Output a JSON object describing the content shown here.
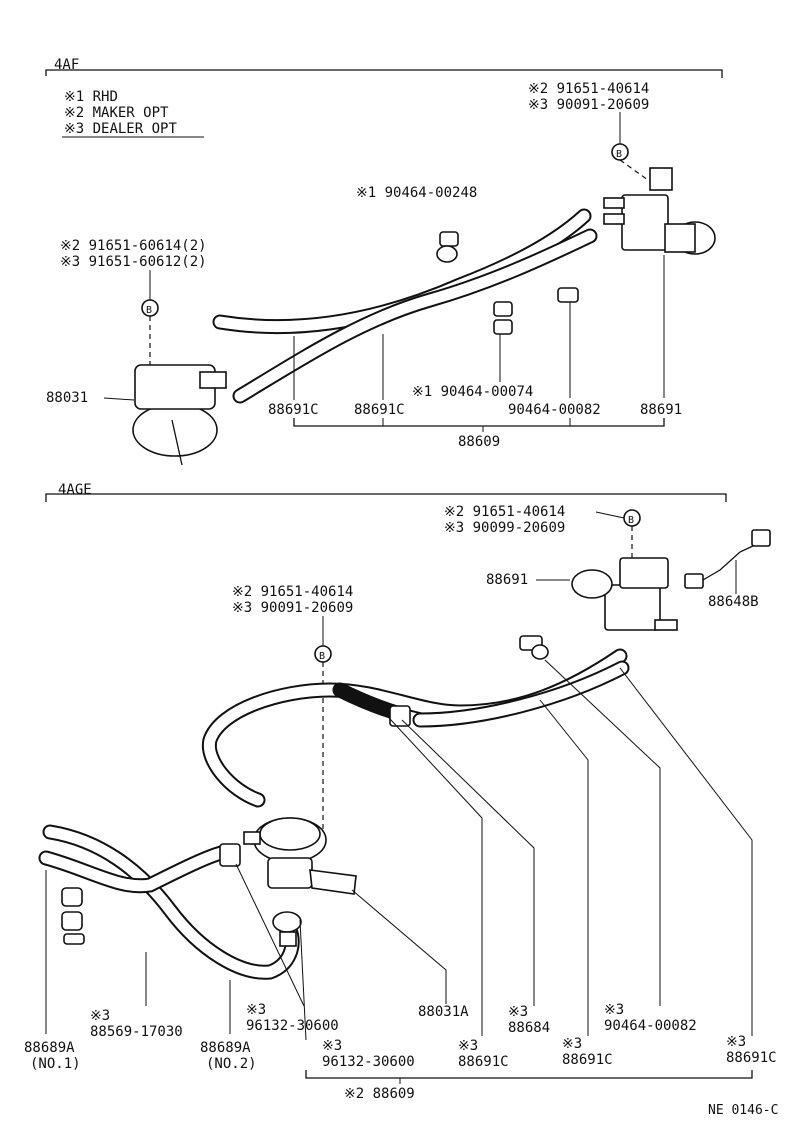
{
  "legend": {
    "rhd": "※1 RHD",
    "maker_opt": "※2 MAKER OPT",
    "dealer_opt": "※3 DEALER OPT"
  },
  "section_4af": {
    "title": "4AF",
    "vsv_bolt_maker": "※2 91651-40614",
    "vsv_bolt_dealer": "※3 90091-20609",
    "clamp_rhd": "※1 90464-00248",
    "actuator_bolt_maker": "※2 91651-60614(2)",
    "actuator_bolt_dealer": "※3 91651-60612(2)",
    "actuator": "88031",
    "hose_1": "88691C",
    "hose_2": "88691C",
    "clamp_rhd_2": "※1 90464-00074",
    "clamp_2": "90464-00082",
    "vsv": "88691",
    "hose_set": "88609"
  },
  "section_4age": {
    "title": "4AGE",
    "vsv_bolt_maker": "※2 91651-40614",
    "vsv_bolt_dealer": "※3 90099-20609",
    "vsv": "88691",
    "connector": "88648B",
    "actuator_bolt_maker": "※2 91651-40614",
    "actuator_bolt_dealer": "※3 90091-20609",
    "hose_a_no1": "88689A",
    "hose_a_no1_sub": "(NO.1)",
    "hose_17030_mark": "※3",
    "hose_17030": "88569-17030",
    "hose_a_no2": "88689A",
    "hose_a_no2_sub": "(NO.2)",
    "clip_1_mark": "※3",
    "clip_1": "96132-30600",
    "clip_2_mark": "※3",
    "clip_2": "96132-30600",
    "actuator": "88031A",
    "hose_c1_mark": "※3",
    "hose_c1": "88691C",
    "tee_mark": "※3",
    "tee": "88684",
    "hose_c2_mark": "※3",
    "hose_c2": "88691C",
    "clamp_mark": "※3",
    "clamp": "90464-00082",
    "hose_c3_mark": "※3",
    "hose_c3": "88691C",
    "hose_set": "※2 88609"
  },
  "marker_b": "B",
  "footer_code": "NE 0146-C"
}
